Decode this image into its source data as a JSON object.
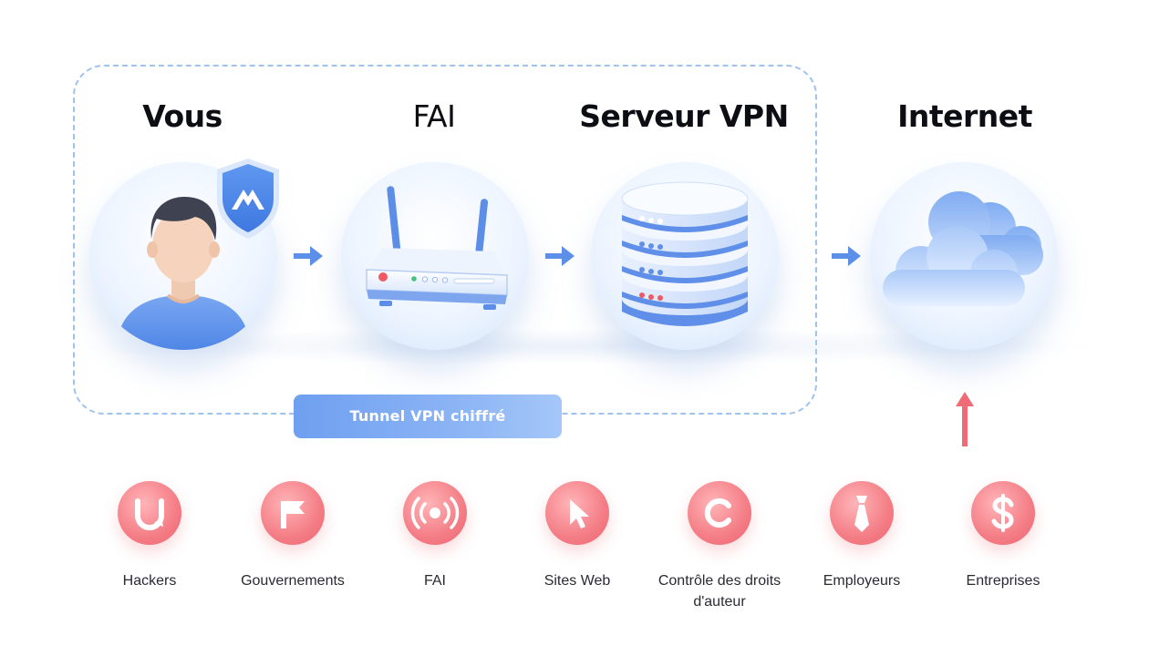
{
  "nodes": [
    {
      "title": "Vous",
      "icon": "user-shield-icon"
    },
    {
      "title": "FAI",
      "icon": "router-icon"
    },
    {
      "title": "Serveur VPN",
      "icon": "server-icon"
    },
    {
      "title": "Internet",
      "icon": "cloud-icon"
    }
  ],
  "tunnel_label": "Tunnel VPN chiffré",
  "threats": [
    {
      "label": "Hackers",
      "icon": "magnet-icon"
    },
    {
      "label": "Gouvernements",
      "icon": "flag-icon"
    },
    {
      "label": "FAI",
      "icon": "broadcast-icon"
    },
    {
      "label": "Sites Web",
      "icon": "cursor-icon"
    },
    {
      "label": "Contrôle des droits d'auteur",
      "icon": "copyright-icon"
    },
    {
      "label": "Employeurs",
      "icon": "tie-icon"
    },
    {
      "label": "Entreprises",
      "icon": "dollar-icon"
    }
  ],
  "colors": {
    "accent_blue": "#5b8fe8",
    "threat_red": "#ef6b76",
    "tunnel_border": "#9ec3f0"
  }
}
